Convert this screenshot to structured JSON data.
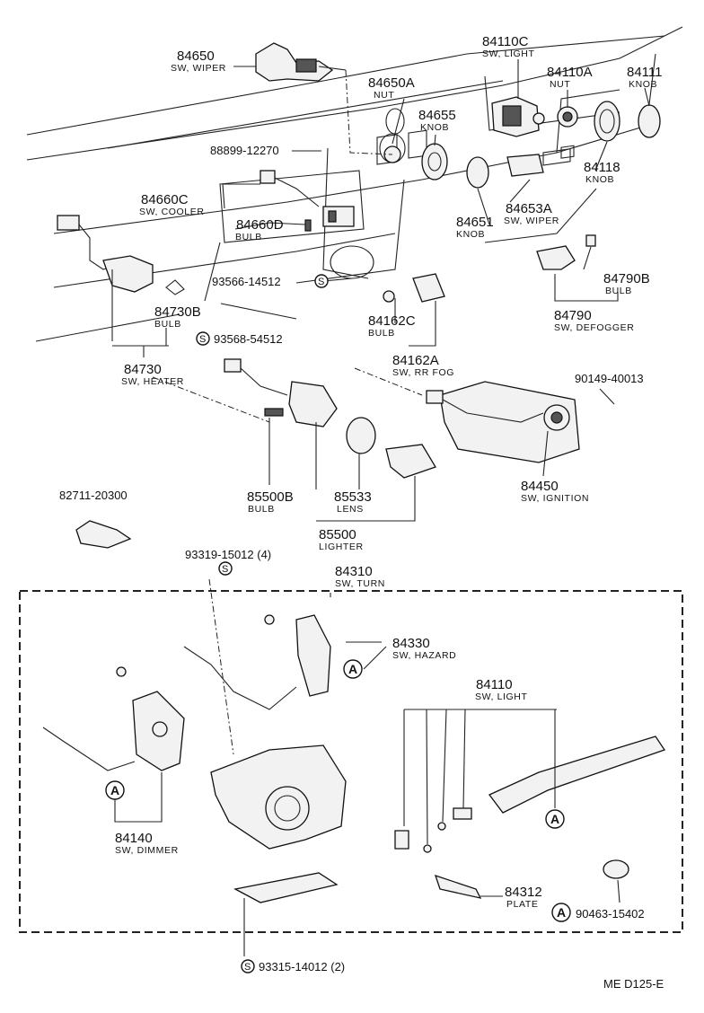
{
  "labels": {
    "l84650": {
      "num": "84650",
      "name": "SW, WIPER"
    },
    "l84650A": {
      "num": "84650A",
      "name": "NUT"
    },
    "l84110C": {
      "num": "84110C",
      "name": "SW, LIGHT"
    },
    "l84110A": {
      "num": "84110A",
      "name": "NUT"
    },
    "l84111": {
      "num": "84111",
      "name": "KNOB"
    },
    "l84655": {
      "num": "84655",
      "name": "KNOB"
    },
    "l88899": {
      "num": "88899-12270",
      "name": ""
    },
    "l84118": {
      "num": "84118",
      "name": "KNOB"
    },
    "l84660C": {
      "num": "84660C",
      "name": "SW, COOLER"
    },
    "l84660D": {
      "num": "84660D",
      "name": "BULB"
    },
    "l84651": {
      "num": "84651",
      "name": "KNOB"
    },
    "l84653A": {
      "num": "84653A",
      "name": "SW, WIPER"
    },
    "l84790B": {
      "num": "84790B",
      "name": "BULB"
    },
    "l93566": {
      "num": "93566-14512",
      "name": ""
    },
    "l84790": {
      "num": "84790",
      "name": "SW, DEFOGGER"
    },
    "l84730B": {
      "num": "84730B",
      "name": "BULB"
    },
    "l84162C": {
      "num": "84162C",
      "name": "BULB"
    },
    "l93568": {
      "num": "93568-54512",
      "name": ""
    },
    "l84730": {
      "num": "84730",
      "name": "SW, HEATER"
    },
    "l84162A": {
      "num": "84162A",
      "name": "SW, RR FOG"
    },
    "l90149": {
      "num": "90149-40013",
      "name": ""
    },
    "l82711": {
      "num": "82711-20300",
      "name": ""
    },
    "l85500B": {
      "num": "85500B",
      "name": "BULB"
    },
    "l85533": {
      "num": "85533",
      "name": "LENS"
    },
    "l85500": {
      "num": "85500",
      "name": "LIGHTER"
    },
    "l84450": {
      "num": "84450",
      "name": "SW, IGNITION"
    },
    "l93319": {
      "num": "93319-15012 (4)",
      "name": ""
    },
    "l84310": {
      "num": "84310",
      "name": "SW, TURN"
    },
    "l84330": {
      "num": "84330",
      "name": "SW, HAZARD"
    },
    "l84110": {
      "num": "84110",
      "name": "SW, LIGHT"
    },
    "l84140": {
      "num": "84140",
      "name": "SW, DIMMER"
    },
    "l84312": {
      "num": "84312",
      "name": "PLATE"
    },
    "l90463": {
      "num": "90463-15402",
      "name": ""
    },
    "l93315": {
      "num": "93315-14012 (2)",
      "name": ""
    }
  },
  "markers": {
    "ref_a": "A",
    "screw": "S"
  },
  "footer": {
    "code": "ME  D125-E"
  }
}
